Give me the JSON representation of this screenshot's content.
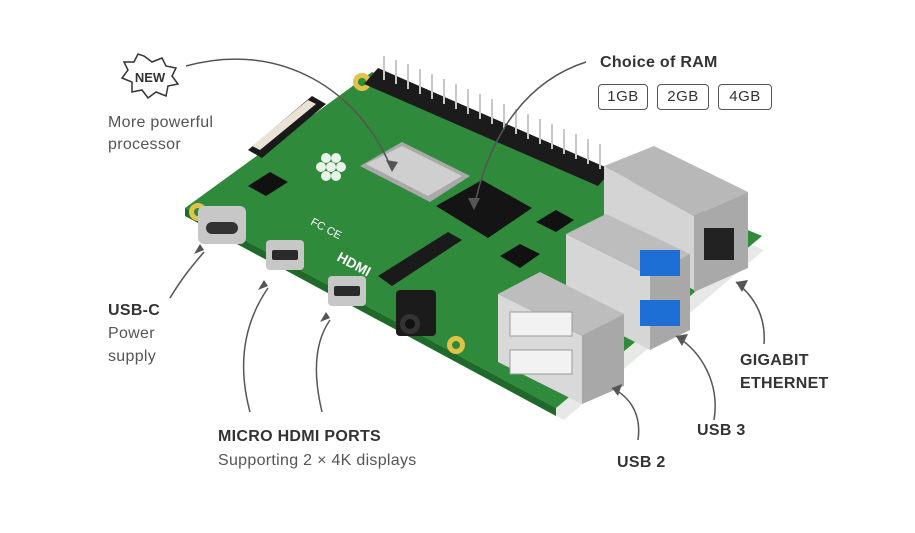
{
  "badge": {
    "text": "NEW"
  },
  "labels": {
    "processor": [
      "More powerful",
      "processor"
    ],
    "ram_title": "Choice of RAM",
    "ram_options": [
      "1GB",
      "2GB",
      "4GB"
    ],
    "usbc": {
      "title": "USB-C",
      "lines": [
        "Power",
        "supply"
      ]
    },
    "hdmi": {
      "title": "MICRO HDMI PORTS",
      "subtitle": "Supporting 2 × 4K displays"
    },
    "usb2": "USB 2",
    "usb3": "USB 3",
    "ethernet": [
      "GIGABIT",
      "ETHERNET"
    ]
  },
  "board_markings": {
    "hdmi_print": "HDMI",
    "fcc": "FC CE"
  },
  "colors": {
    "pcb": "#2f8a3b",
    "pcb_dark": "#1f6a2a",
    "usb3_blue": "#1d6fd6",
    "metal": "#c9c9c9",
    "text": "#3a3a3a",
    "arrow": "#555555"
  }
}
